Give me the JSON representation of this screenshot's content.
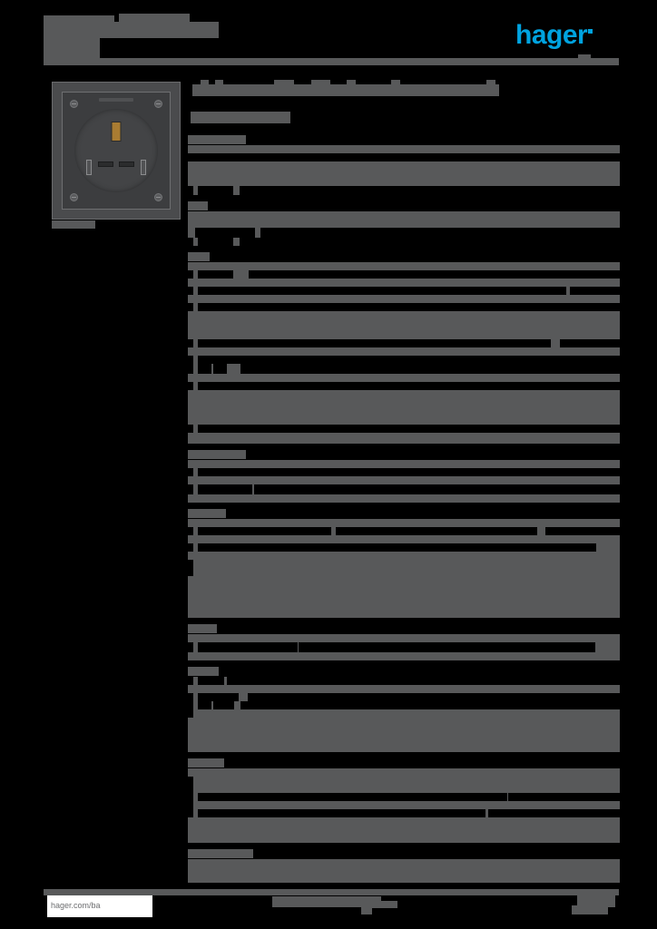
{
  "document": {
    "kind": "product-datasheet",
    "brand": "hager",
    "page_background": "#000000",
    "redaction_color": "#58595a",
    "brand_color": "#00a3e0"
  },
  "header": {
    "title_redacted": true,
    "subtitle_redacted": true,
    "logo_text": "hager",
    "rule_visible": true
  },
  "product": {
    "image_alt": "socket-outlet-product-photo",
    "caption_redacted": true
  },
  "main": {
    "page_title_redacted": true,
    "reference_redacted": true,
    "sections": [
      {
        "name": "section-1",
        "head_width": 64,
        "head_top": 0,
        "rows": [
          {
            "h": 9,
            "ko": []
          },
          {
            "h": 9,
            "ko": [
              [
                0,
                0,
                476,
                9
              ]
            ]
          },
          {
            "h": 9,
            "ko": []
          },
          {
            "h": 9,
            "ko": []
          },
          {
            "h": 9,
            "ko": []
          },
          {
            "h": 10,
            "ko": [
              [
                0,
                0,
                6,
                10
              ],
              [
                11,
                0,
                39,
                10
              ],
              [
                57,
                0,
                419,
                10
              ]
            ]
          }
        ]
      },
      {
        "name": "section-2",
        "head_width": 22,
        "rows": [
          {
            "h": 9,
            "ko": []
          },
          {
            "h": 9,
            "ko": []
          },
          {
            "h": 11,
            "ko": [
              [
                8,
                0,
                66,
                11
              ],
              [
                80,
                0,
                396,
                11
              ]
            ]
          },
          {
            "h": 9,
            "ko": [
              [
                0,
                0,
                6,
                9
              ],
              [
                11,
                0,
                39,
                9
              ],
              [
                57,
                0,
                419,
                9
              ]
            ]
          }
        ]
      },
      {
        "name": "section-3",
        "head_width": 24,
        "rows": [
          {
            "h": 9,
            "ko": []
          },
          {
            "h": 9,
            "ko": [
              [
                0,
                0,
                6,
                9
              ],
              [
                11,
                0,
                39,
                9
              ],
              [
                67,
                0,
                409,
                9
              ]
            ]
          },
          {
            "h": 9,
            "ko": []
          },
          {
            "h": 9,
            "ko": [
              [
                0,
                0,
                6,
                9
              ],
              [
                11,
                0,
                55,
                9
              ],
              [
                66,
                0,
                351,
                9
              ],
              [
                421,
                0,
                55,
                9
              ]
            ]
          },
          {
            "h": 9,
            "ko": []
          },
          {
            "h": 9,
            "ko": [
              [
                0,
                0,
                6,
                9
              ],
              [
                11,
                0,
                47,
                9
              ],
              [
                58,
                0,
                418,
                9
              ]
            ]
          },
          {
            "h": 31,
            "ko": []
          },
          {
            "h": 9,
            "ko": [
              [
                0,
                0,
                6,
                9
              ],
              [
                11,
                0,
                39,
                9
              ],
              [
                50,
                0,
                350,
                9
              ],
              [
                410,
                0,
                66,
                9
              ]
            ]
          },
          {
            "h": 9,
            "ko": []
          },
          {
            "h": 9,
            "ko": [
              [
                0,
                0,
                6,
                9
              ],
              [
                11,
                0,
                39,
                9
              ],
              [
                50,
                0,
                358,
                9
              ],
              [
                408,
                0,
                68,
                9
              ]
            ]
          },
          {
            "h": 11,
            "ko": [
              [
                0,
                0,
                6,
                11
              ],
              [
                11,
                0,
                15,
                11
              ],
              [
                28,
                0,
                15,
                11
              ],
              [
                58,
                0,
                418,
                11
              ]
            ]
          },
          {
            "h": 9,
            "ko": []
          },
          {
            "h": 9,
            "ko": [
              [
                0,
                0,
                6,
                9
              ],
              [
                11,
                0,
                32,
                9
              ],
              [
                43,
                0,
                376,
                9
              ],
              [
                419,
                0,
                57,
                9
              ]
            ]
          },
          {
            "h": 38,
            "ko": []
          },
          {
            "h": 9,
            "ko": [
              [
                0,
                0,
                6,
                9
              ],
              [
                11,
                0,
                95,
                9
              ],
              [
                106,
                0,
                370,
                9
              ]
            ]
          },
          {
            "h": 12,
            "ko": []
          }
        ]
      },
      {
        "name": "section-4",
        "head_width": 64,
        "rows": [
          {
            "h": 9,
            "ko": []
          },
          {
            "h": 9,
            "ko": [
              [
                0,
                0,
                6,
                9
              ],
              [
                11,
                0,
                47,
                9
              ],
              [
                58,
                0,
                336,
                9
              ],
              [
                394,
                0,
                82,
                9
              ]
            ]
          },
          {
            "h": 9,
            "ko": []
          },
          {
            "h": 11,
            "ko": [
              [
                0,
                0,
                6,
                11
              ],
              [
                11,
                0,
                60,
                11
              ],
              [
                73,
                0,
                304,
                11
              ],
              [
                377,
                0,
                99,
                11
              ]
            ]
          },
          {
            "h": 9,
            "ko": []
          }
        ]
      },
      {
        "name": "section-5",
        "head_width": 42,
        "rows": [
          {
            "h": 9,
            "ko": []
          },
          {
            "h": 9,
            "ko": [
              [
                0,
                0,
                6,
                9
              ],
              [
                11,
                0,
                147,
                9
              ],
              [
                163,
                0,
                222,
                9
              ],
              [
                394,
                0,
                82,
                9
              ]
            ]
          },
          {
            "h": 9,
            "ko": []
          },
          {
            "h": 9,
            "ko": [
              [
                0,
                0,
                6,
                9
              ],
              [
                11,
                0,
                111,
                9
              ],
              [
                122,
                0,
                328,
                9
              ]
            ]
          },
          {
            "h": 9,
            "ko": []
          },
          {
            "h": 9,
            "ko": [
              [
                0,
                0,
                6,
                9
              ]
            ]
          },
          {
            "h": 9,
            "ko": [
              [
                0,
                0,
                6,
                9
              ]
            ]
          },
          {
            "h": 46,
            "ko": []
          }
        ]
      },
      {
        "name": "section-6",
        "head_width": 32,
        "rows": [
          {
            "h": 9,
            "ko": []
          },
          {
            "h": 11,
            "ko": [
              [
                0,
                0,
                6,
                11
              ],
              [
                11,
                0,
                110,
                11
              ],
              [
                122,
                0,
                327,
                11
              ]
            ]
          },
          {
            "h": 9,
            "ko": []
          }
        ]
      },
      {
        "name": "section-7",
        "head_width": 34,
        "rows": [
          {
            "h": 9,
            "ko": [
              [
                0,
                0,
                6,
                9
              ],
              [
                11,
                0,
                29,
                9
              ],
              [
                43,
                0,
                433,
                9
              ]
            ]
          },
          {
            "h": 9,
            "ko": []
          },
          {
            "h": 9,
            "ko": [
              [
                0,
                0,
                6,
                9
              ],
              [
                11,
                0,
                45,
                9
              ],
              [
                66,
                0,
                393,
                9
              ],
              [
                459,
                0,
                17,
                9
              ]
            ]
          },
          {
            "h": 9,
            "ko": [
              [
                0,
                0,
                6,
                9
              ],
              [
                11,
                0,
                15,
                9
              ],
              [
                28,
                0,
                23,
                9
              ],
              [
                58,
                0,
                418,
                9
              ]
            ]
          },
          {
            "h": 9,
            "ko": [
              [
                0,
                0,
                6,
                9
              ]
            ]
          },
          {
            "h": 38,
            "ko": []
          }
        ]
      },
      {
        "name": "section-8",
        "head_width": 40,
        "rows": [
          {
            "h": 9,
            "ko": []
          },
          {
            "h": 9,
            "ko": [
              [
                0,
                0,
                6,
                9
              ]
            ]
          },
          {
            "h": 9,
            "ko": [
              [
                0,
                0,
                6,
                9
              ]
            ]
          },
          {
            "h": 9,
            "ko": [
              [
                0,
                0,
                6,
                9
              ],
              [
                11,
                0,
                47,
                9
              ],
              [
                58,
                0,
                294,
                9
              ],
              [
                353,
                0,
                123,
                9
              ]
            ]
          },
          {
            "h": 9,
            "ko": [
              [
                0,
                0,
                6,
                9
              ]
            ]
          },
          {
            "h": 9,
            "ko": [
              [
                0,
                0,
                6,
                9
              ],
              [
                11,
                0,
                30,
                9
              ],
              [
                41,
                0,
                287,
                9
              ],
              [
                331,
                0,
                145,
                9
              ]
            ]
          },
          {
            "h": 28,
            "ko": []
          }
        ]
      },
      {
        "name": "section-9",
        "head_width": 72,
        "rows": [
          {
            "h": 9,
            "ko": []
          },
          {
            "h": 9,
            "ko": []
          },
          {
            "h": 8,
            "ko": []
          }
        ]
      }
    ]
  },
  "footer": {
    "url": "hager.com/ba",
    "center_redacted": true,
    "right_redacted": true
  }
}
